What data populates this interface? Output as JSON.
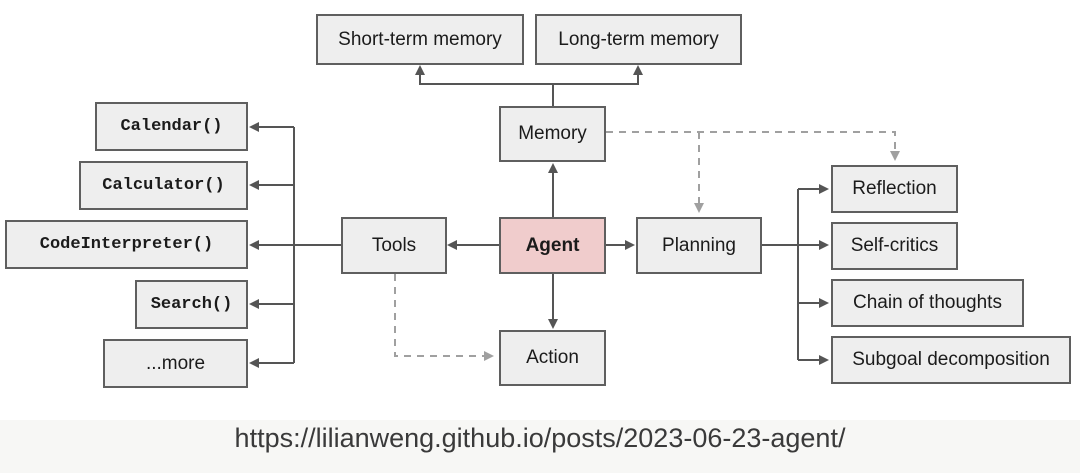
{
  "nodes": {
    "short_term_memory": "Short-term memory",
    "long_term_memory": "Long-term memory",
    "memory": "Memory",
    "agent": "Agent",
    "tools": "Tools",
    "planning": "Planning",
    "action": "Action",
    "calendar": "Calendar()",
    "calculator": "Calculator()",
    "code_interpreter": "CodeInterpreter()",
    "search": "Search()",
    "more": "...more",
    "reflection": "Reflection",
    "self_critics": "Self-critics",
    "chain_of_thoughts": "Chain of thoughts",
    "subgoal_decomposition": "Subgoal decomposition"
  },
  "source_url": "https://lilianweng.github.io/posts/2023-06-23-agent/",
  "colors": {
    "box_fill": "#eeeeee",
    "agent_fill": "#f0cccc",
    "edge": "#555555",
    "dashed_edge": "#a0a0a0"
  }
}
